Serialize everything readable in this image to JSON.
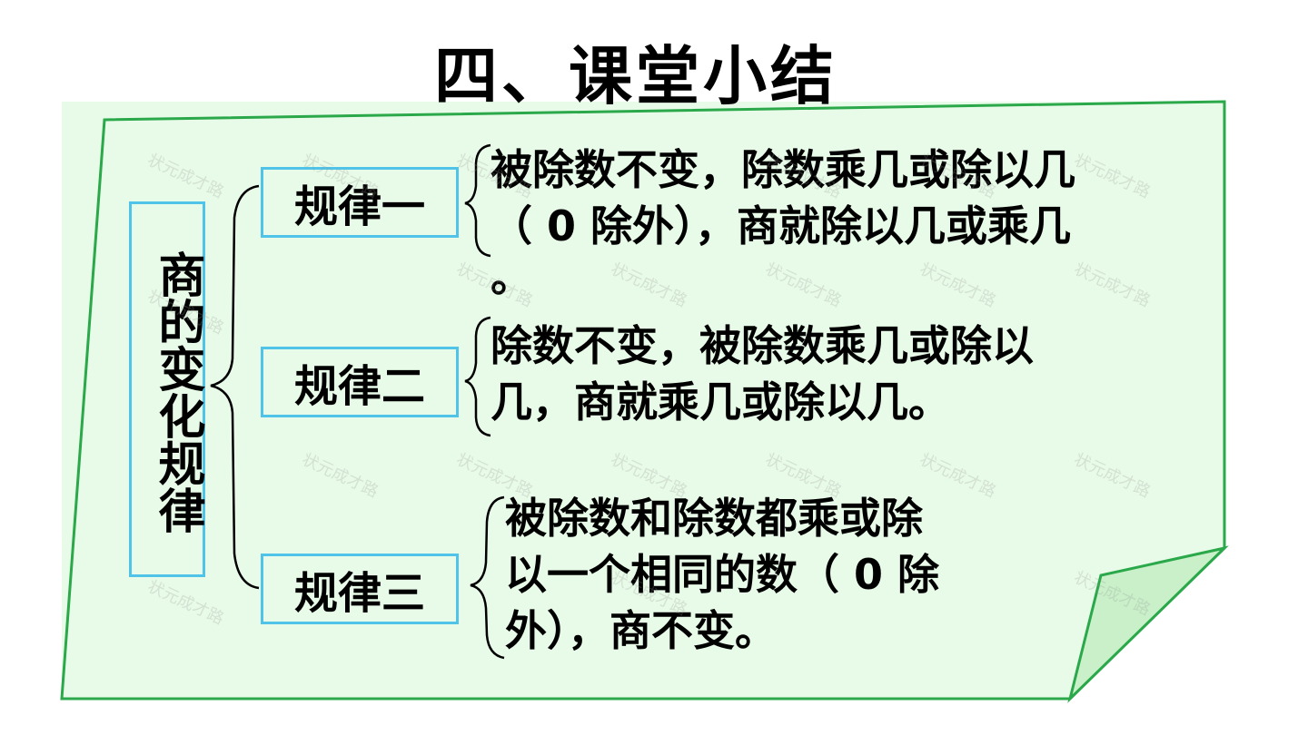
{
  "title": "四、课堂小结",
  "main_label": "商的变化规律",
  "rules": [
    {
      "label": "规律一",
      "text": "被除数不变，除数乘几或除以几（ 0 除外），商就除以几或乘几。"
    },
    {
      "label": "规律二",
      "text": "除数不变，被除数乘几或除以几，商就乘几或除以几。"
    },
    {
      "label": "规律三",
      "text": "被除数和除数都乘或除以一个相同的数（ 0 除外），商不变。"
    }
  ],
  "rule1_lines": [
    "被除数不变，除数乘几或除以几",
    "（ 0 除外），商就除以几或乘几",
    "。"
  ],
  "rule2_lines": [
    "除数不变，被除数乘几或除以",
    "几，商就乘几或除以几。"
  ],
  "rule3_lines": [
    "被除数和除数都乘或除",
    "以一个相同的数（ 0 除",
    "外），商不变。"
  ],
  "watermark": "状元成才路",
  "colors": {
    "note_fill": "#e8fbe8",
    "note_border": "#2aa84a",
    "box_border": "#4fc3e8"
  }
}
